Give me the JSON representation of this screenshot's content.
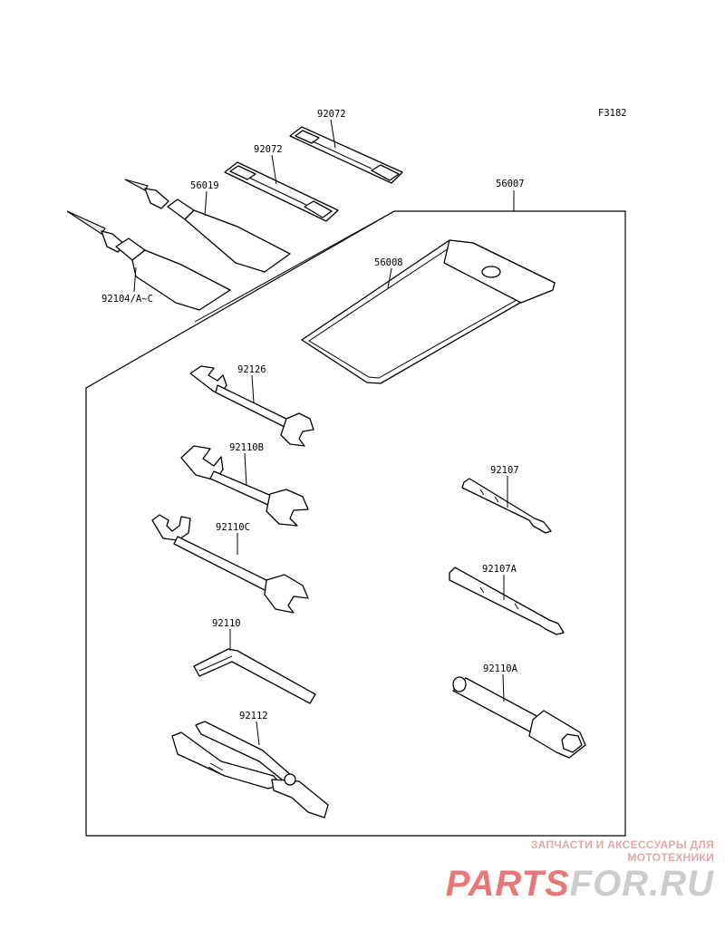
{
  "diagram": {
    "figure_code": "F3182",
    "parts": {
      "p92072a": "92072",
      "p92072b": "92072",
      "p56019": "56019",
      "p56007": "56007",
      "p56008": "56008",
      "p92104": "92104/A~C",
      "p92126": "92126",
      "p92110b": "92110B",
      "p92110c": "92110C",
      "p92107": "92107",
      "p92107a": "92107A",
      "p92110": "92110",
      "p92110a": "92110A",
      "p92112": "92112"
    }
  },
  "watermark": {
    "subtitle": "ЗАПЧАСТИ И АКСЕССУАРЫ ДЛЯ МОТОТЕХНИКИ",
    "brand_part1": "PARTS",
    "brand_part2": "FOR.RU",
    "color1": "#e87878",
    "color2": "#cccccc"
  }
}
